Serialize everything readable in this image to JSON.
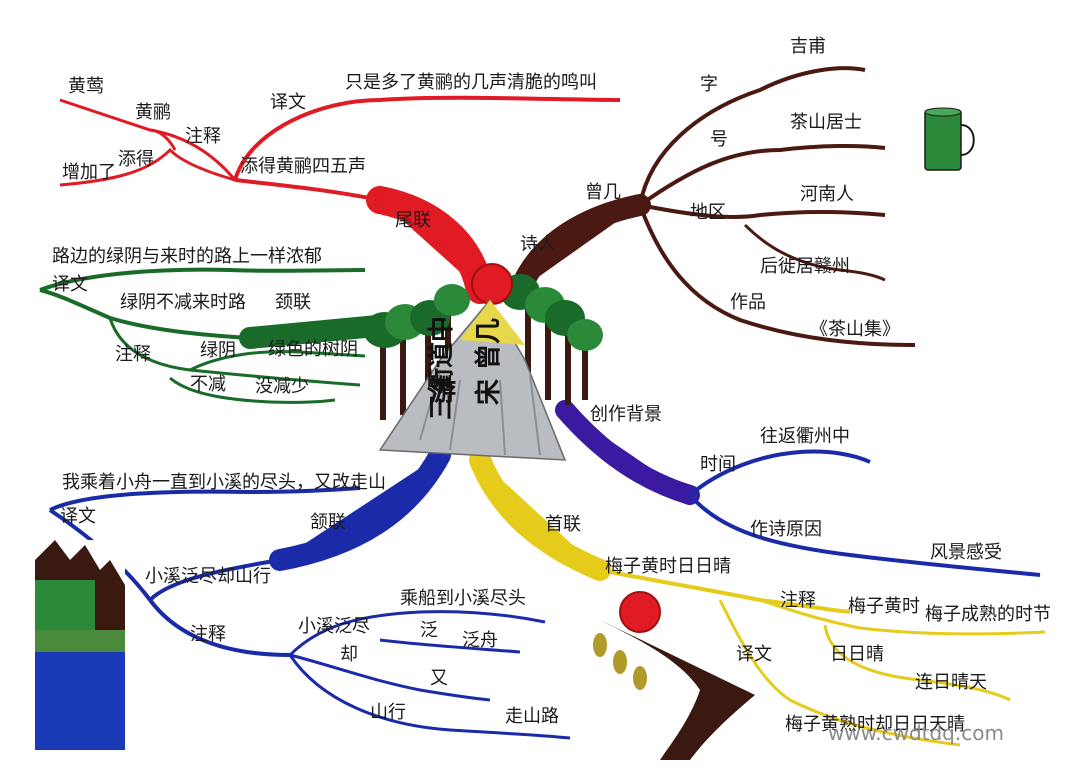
{
  "center": {
    "title_line1": "游",
    "title_line2": "三衢道中",
    "author": "宋 曾几"
  },
  "colors": {
    "red": "#e01b24",
    "brown": "#4a1a12",
    "green": "#1a6b2a",
    "blue": "#1a2aa8",
    "purple": "#3a1aa0",
    "yellow": "#e6cc1a"
  },
  "branches": {
    "weilian": {
      "label": "尾联",
      "poem_line": "添得黄鹂四五声",
      "translation_label": "译文",
      "translation": "只是多了黄鹂的几声清脆的鸣叫",
      "notes_label": "注释",
      "notes": [
        {
          "term": "黄鹂",
          "meaning": "黄莺"
        },
        {
          "term": "添得",
          "meaning": "增加了"
        }
      ]
    },
    "author": {
      "label": "诗人",
      "name": "曾几",
      "items": [
        {
          "key": "字",
          "value": "吉甫"
        },
        {
          "key": "号",
          "value": "茶山居士"
        },
        {
          "key": "地区",
          "value": "河南人"
        },
        {
          "key": "",
          "value": "后徙居赣州"
        },
        {
          "key": "作品",
          "value": "《茶山集》"
        }
      ]
    },
    "jinglian": {
      "label": "颈联",
      "poem_line": "绿阴不减来时路",
      "translation_label": "译文",
      "translation": "路边的绿阴与来时的路上一样浓郁",
      "notes_label": "注释",
      "notes": [
        {
          "term": "绿阴",
          "meaning": "绿色的树阴"
        },
        {
          "term": "不减",
          "meaning": "没减少"
        }
      ]
    },
    "background": {
      "label": "创作背景",
      "time_label": "时间",
      "time_value": "往返衢州中",
      "reason_label": "作诗原因",
      "reason_value": "风景感受"
    },
    "hanlian": {
      "label": "颔联",
      "poem_line": "小溪泛尽却山行",
      "translation_label": "译文",
      "translation": "我乘着小舟一直到小溪的尽头，又改走山",
      "notes_label": "注释",
      "notes": [
        {
          "term": "小溪泛尽",
          "meaning": "乘船到小溪尽头"
        },
        {
          "term": "泛",
          "meaning": "泛舟"
        },
        {
          "term": "却",
          "meaning": "又"
        },
        {
          "term": "山行",
          "meaning": "走山路"
        }
      ]
    },
    "shoulian": {
      "label": "首联",
      "poem_line": "梅子黄时日日晴",
      "notes_label": "注释",
      "notes": [
        {
          "term": "梅子黄时",
          "meaning": "梅子成熟的时节"
        },
        {
          "term": "日日晴",
          "meaning": "连日晴天"
        }
      ],
      "translation_label": "译文",
      "translation": "梅子黄熟时却日日天晴"
    }
  },
  "watermark": "www.cwdtdq.com"
}
